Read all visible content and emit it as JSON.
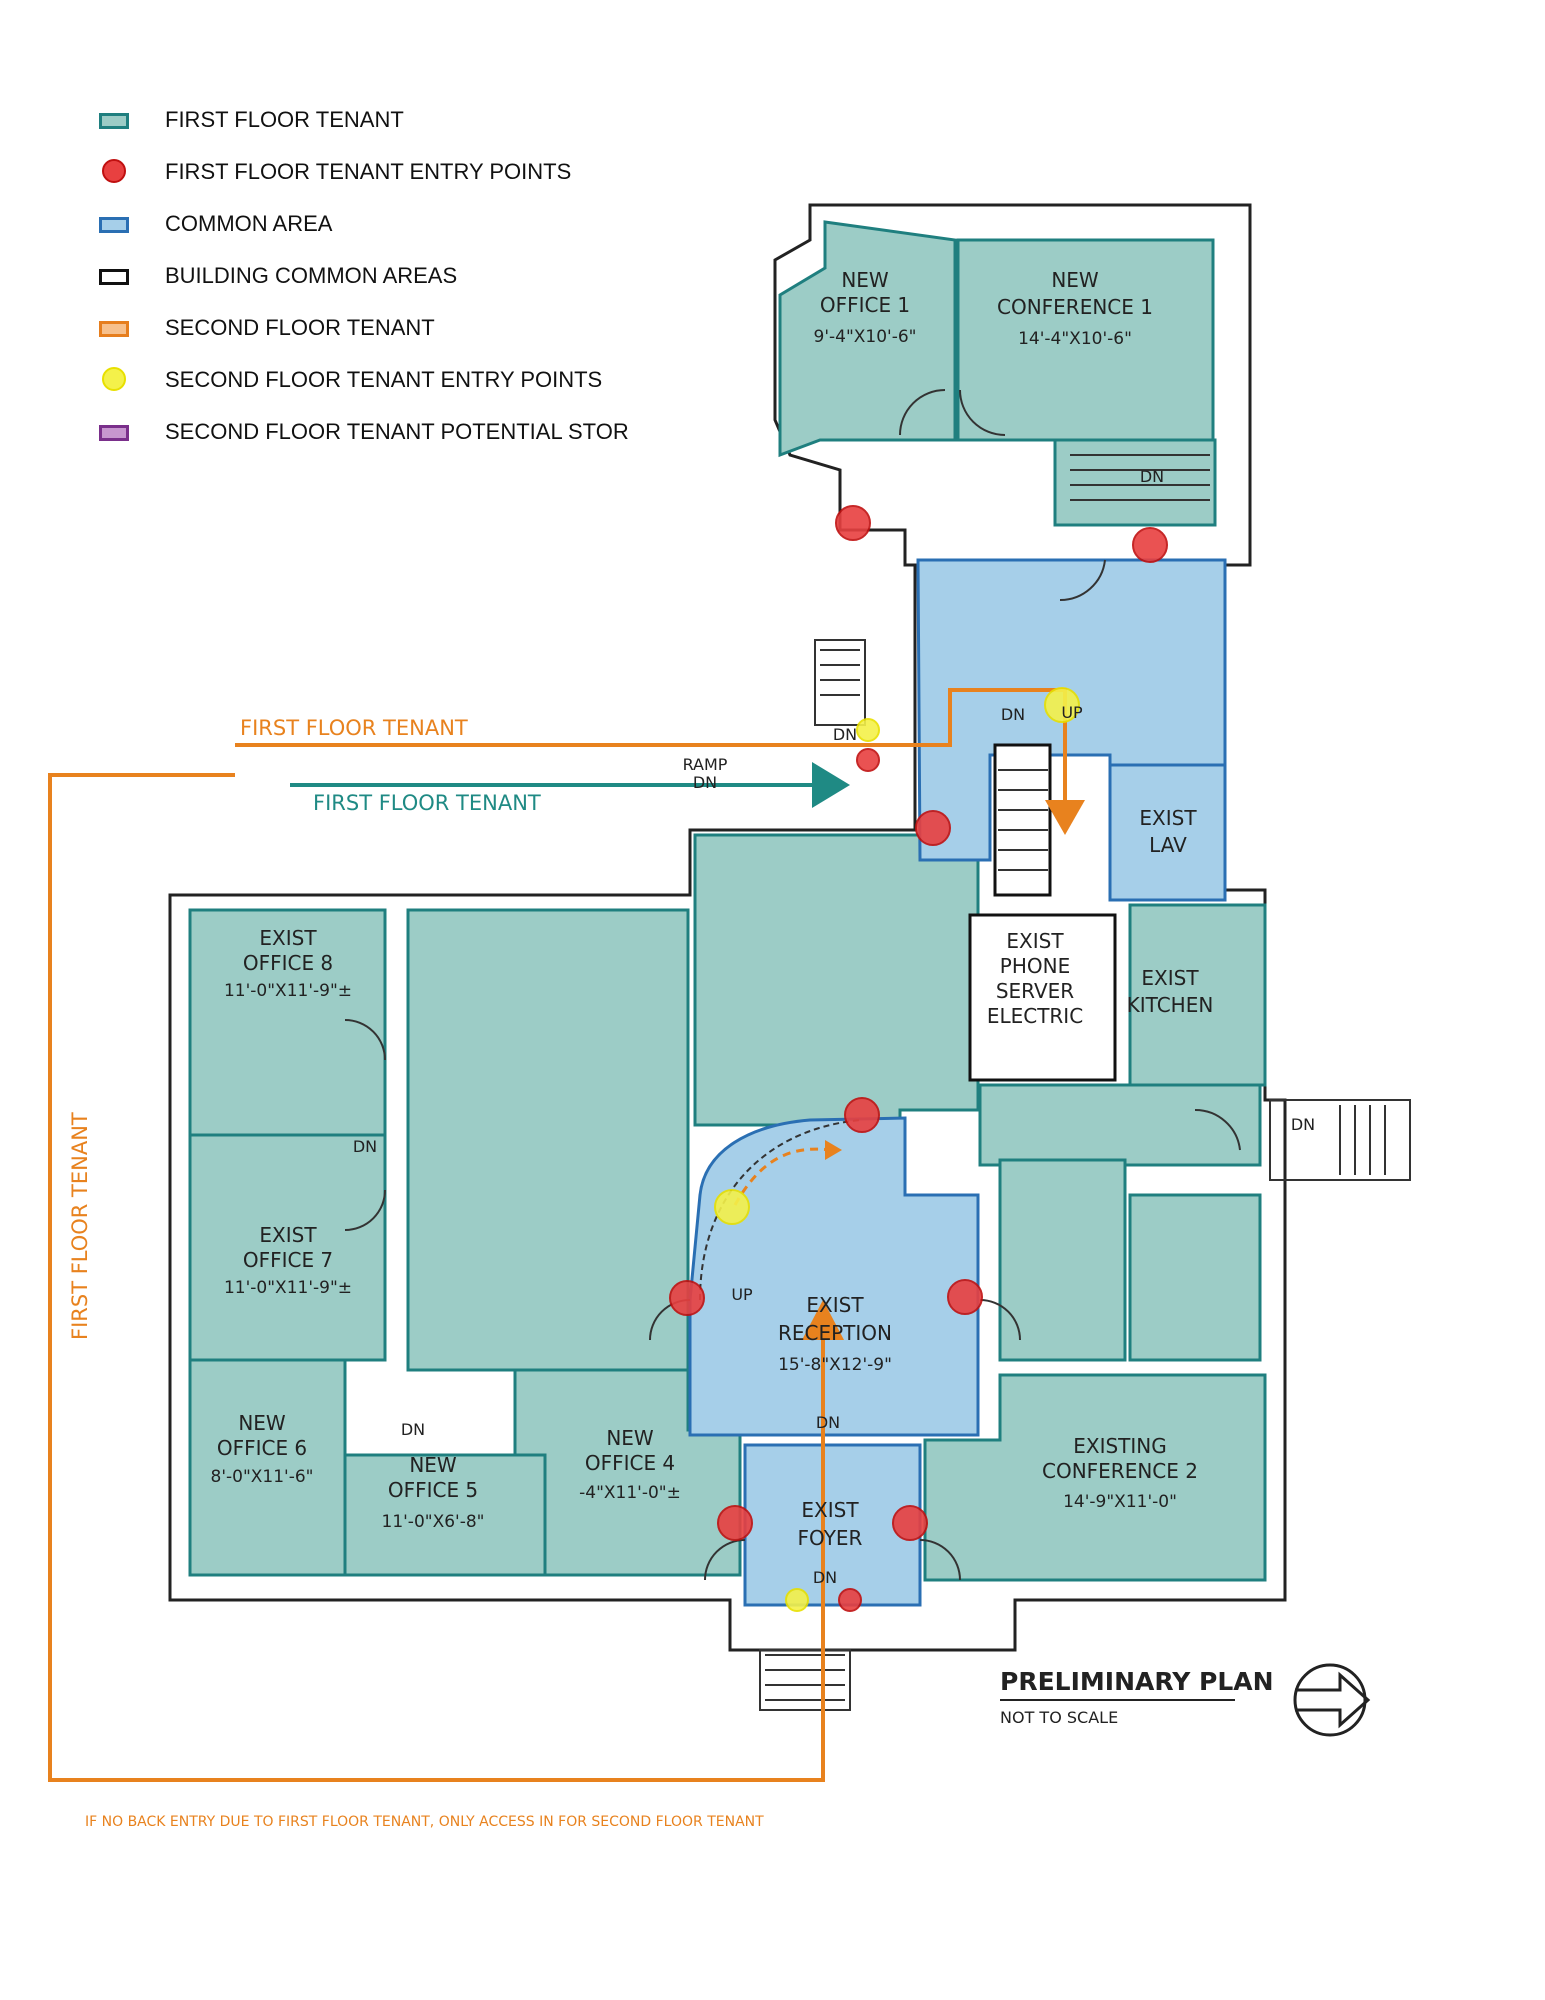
{
  "legend": [
    {
      "label": "FIRST FLOOR TENANT",
      "kind": "box",
      "fill": "#9cccc6",
      "stroke": "#1f7f7f"
    },
    {
      "label": "FIRST FLOOR TENANT ENTRY POINTS",
      "kind": "dot",
      "fill": "#e84040",
      "stroke": "#c01010"
    },
    {
      "label": "COMMON AREA",
      "kind": "box",
      "fill": "#a6cfe9",
      "stroke": "#2a6fb3"
    },
    {
      "label": "BUILDING COMMON AREAS",
      "kind": "box",
      "fill": "#ffffff",
      "stroke": "#111111"
    },
    {
      "label": "SECOND FLOOR TENANT",
      "kind": "box",
      "fill": "#f7c08c",
      "stroke": "#e67e1e"
    },
    {
      "label": "SECOND FLOOR TENANT ENTRY POINTS",
      "kind": "dot",
      "fill": "#f4f14a",
      "stroke": "#e8e000"
    },
    {
      "label": "SECOND FLOOR TENANT POTENTIAL STOR",
      "kind": "box",
      "fill": "#c796cf",
      "stroke": "#7a2f8b"
    }
  ],
  "colors": {
    "first_floor_tenant": "#9cccc6",
    "first_floor_tenant_stroke": "#1f7f7f",
    "common_area": "#a6cfe9",
    "common_area_stroke": "#2a6fb3",
    "second_floor_route": "#e8821e",
    "first_floor_route": "#1f8a84",
    "entry_red": "#e84040",
    "entry_yellow": "#f4f14a"
  },
  "rooms": {
    "new_office_1": {
      "name": "NEW OFFICE 1",
      "line1": "NEW",
      "line2": "OFFICE 1",
      "dims": "9'-4\"X10'-6\""
    },
    "new_conference_1": {
      "line1": "NEW",
      "line2": "CONFERENCE 1",
      "dims": "14'-4\"X10'-6\""
    },
    "exist_lav": {
      "line1": "EXIST",
      "line2": "LAV"
    },
    "exist_phone": {
      "line1": "EXIST",
      "line2": "PHONE",
      "line3": "SERVER",
      "line4": "ELECTRIC"
    },
    "exist_kitchen": {
      "line1": "EXIST",
      "line2": "KITCHEN"
    },
    "exist_office_8": {
      "line1": "EXIST",
      "line2": "OFFICE 8",
      "dims": "11'-0\"X11'-9\"±"
    },
    "exist_office_7": {
      "line1": "EXIST",
      "line2": "OFFICE 7",
      "dims": "11'-0\"X11'-9\"±"
    },
    "new_office_6": {
      "line1": "NEW",
      "line2": "OFFICE 6",
      "dims": "8'-0\"X11'-6\""
    },
    "new_office_5": {
      "line1": "NEW",
      "line2": "OFFICE 5",
      "dims": "11'-0\"X6'-8\""
    },
    "new_office_4": {
      "line1": "NEW",
      "line2": "OFFICE 4",
      "dims": "-4\"X11'-0\"±"
    },
    "exist_reception": {
      "line1": "EXIST",
      "line2": "RECEPTION",
      "dims": "15'-8\"X12'-9\""
    },
    "exist_foyer": {
      "line1": "EXIST",
      "line2": "FOYER"
    },
    "existing_conference_2": {
      "line1": "EXISTING",
      "line2": "CONFERENCE 2",
      "dims": "14'-9\"X11'-0\""
    }
  },
  "markers": {
    "dn": "DN",
    "up": "UP",
    "ramp": "RAMP",
    "ramp_dn": "DN"
  },
  "routes": {
    "second_floor_label": "FIRST FLOOR TENANT",
    "first_floor_label": "FIRST FLOOR TENANT",
    "vertical_label": "FIRST FLOOR TENANT",
    "footnote": "IF NO BACK ENTRY DUE TO FIRST FLOOR TENANT, ONLY ACCESS IN FOR SECOND FLOOR TENANT"
  },
  "title_block": {
    "title": "PRELIMINARY PLAN",
    "subtitle": "NOT TO SCALE",
    "north_arrow": "north-arrow-icon"
  }
}
